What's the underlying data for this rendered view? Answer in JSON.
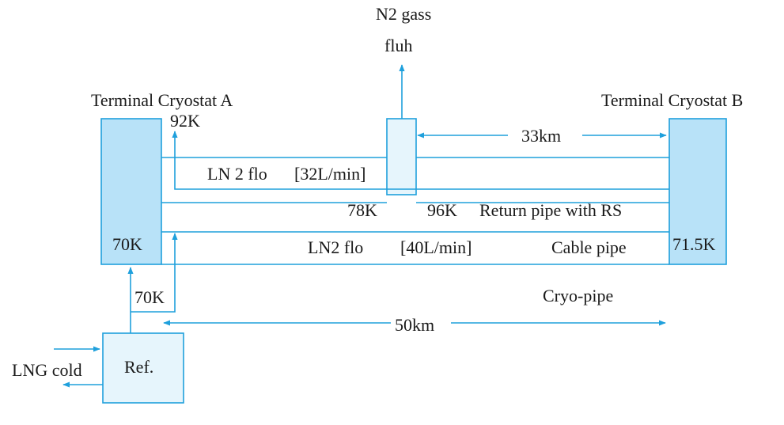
{
  "labels": {
    "n2_gas": "N2 gass",
    "n2_flush": "fluh",
    "terminal_a": "Terminal Cryostat A",
    "terminal_b": "Terminal Cryostat B",
    "temp_92k": "92K",
    "distance_33": "33km",
    "ln2_flow_upper": "LN 2 flo",
    "ln2_rate_upper": "[32L/min]",
    "temp_78k": "78K",
    "temp_96k": "96K",
    "return_pipe": "Return pipe with RS",
    "temp_70k_a": "70K",
    "ln2_flow_lower": "LN2 flo",
    "ln2_rate_lower": "[40L/min]",
    "cable_pipe": "Cable pipe",
    "temp_71_5k": "71.5K",
    "temp_70k_feed": "70K",
    "cryo_pipe": "Cryo-pipe",
    "distance_50": "50km",
    "lng_cold": "LNG cold",
    "ref": "Ref."
  },
  "colors": {
    "line": "#1fa0dc",
    "box_fill_dark": "#b8e2f8",
    "box_fill_light": "#e6f5fc",
    "text": "#1a1a1a"
  }
}
